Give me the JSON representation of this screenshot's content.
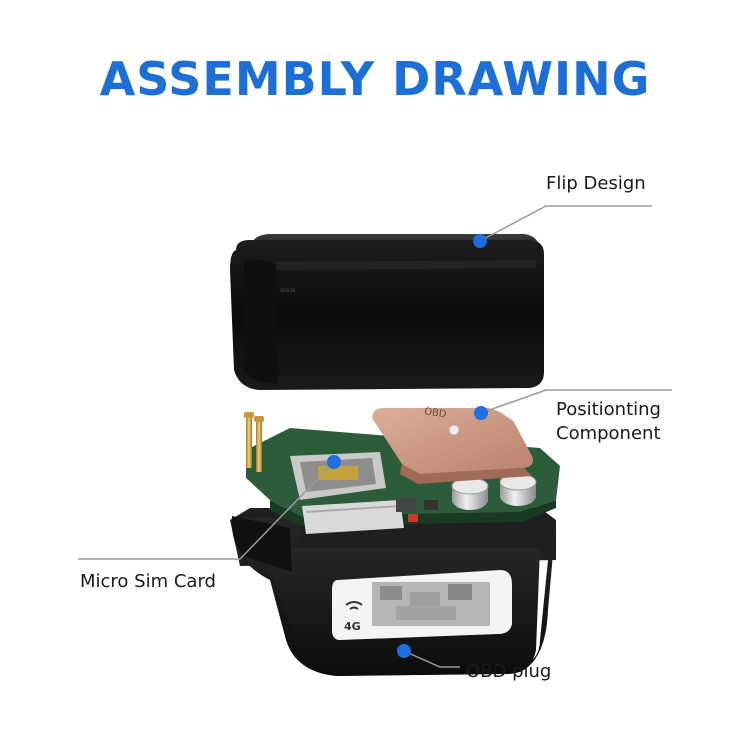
{
  "title": "ASSEMBLY DRAWING",
  "callouts": {
    "flip": "Flip Design",
    "positioning_line1": "Positionting",
    "positioning_line2": "Component",
    "sim": "Micro Sim Card",
    "obd": "OBD plug"
  },
  "antenna_text": "OBD",
  "badge_text": "4G",
  "colors": {
    "title": "#1c6fd6",
    "dot": "#1e6fe0",
    "leader": "#9a9a9a",
    "housing": "#161616",
    "pcb": "#2d5c3a",
    "antenna": "#c9957d"
  }
}
